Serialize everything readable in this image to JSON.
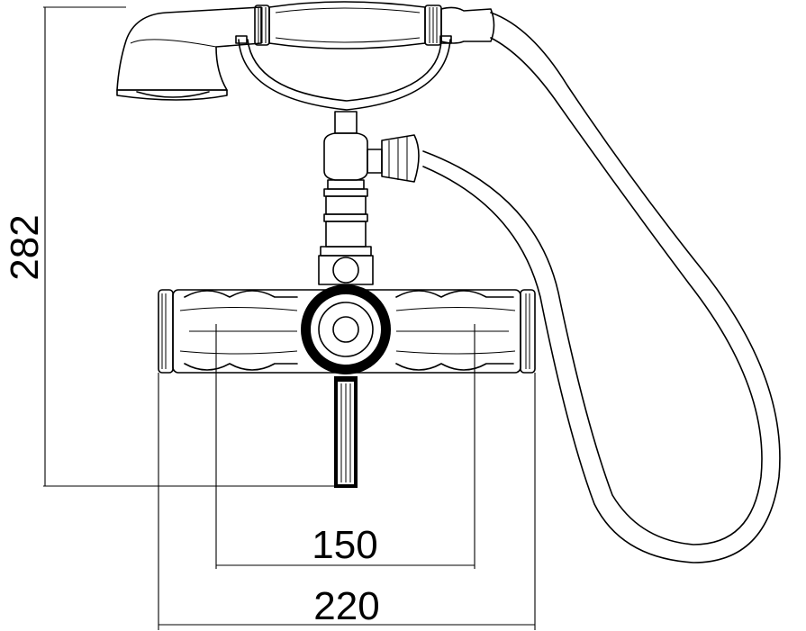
{
  "dimensions": {
    "height_label": "282",
    "inner_width_label": "150",
    "outer_width_label": "220"
  },
  "icons": {
    "faucet": "faucet-drawing-icon",
    "hand_shower": "hand-shower-icon"
  },
  "colors": {
    "line": "#000000",
    "background": "#ffffff"
  }
}
